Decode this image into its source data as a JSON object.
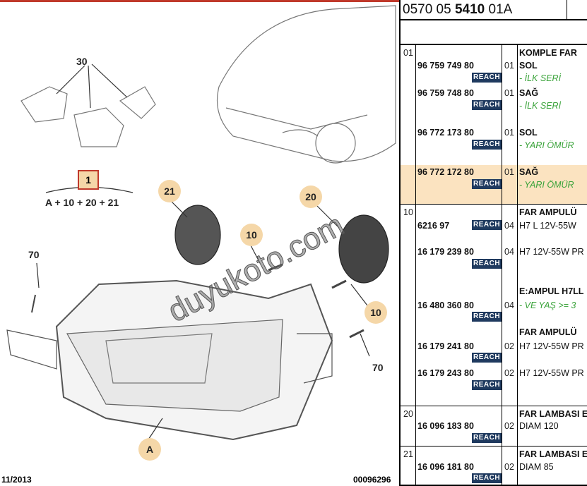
{
  "diagram": {
    "callouts": {
      "c30": "30",
      "c1": "1",
      "formula": "A + 10 + 20 + 21",
      "c21": "21",
      "c20": "20",
      "c10a": "10",
      "c10b": "10",
      "c70a": "70",
      "c70b": "70",
      "cA": "A"
    },
    "date": "11/2013",
    "drawing_no": "00096296",
    "watermark": "duyukoto.com"
  },
  "header": {
    "ref_prefix": "0570 05 ",
    "ref_bold": "5410",
    "ref_suffix": " 01A"
  },
  "reach_label": "REACH",
  "groups": [
    {
      "num": "01",
      "title": "KOMPLE FAR",
      "items": [
        {
          "part": "96 759 749 80",
          "qty": "01",
          "desc": "SOL",
          "note": "- İLK SERİ"
        },
        {
          "part": "96 759 748 80",
          "qty": "01",
          "desc": "SAĞ",
          "note": "- İLK SERİ"
        },
        {
          "part": "96 772 173 80",
          "qty": "01",
          "desc": "SOL",
          "note": "- YARI ÖMÜR"
        },
        {
          "part": "96 772 172 80",
          "qty": "01",
          "desc": "SAĞ",
          "note": "- YARI ÖMÜR"
        }
      ]
    },
    {
      "num": "10",
      "title": "FAR AMPULÜ",
      "items": [
        {
          "part": "6216 97",
          "qty": "04",
          "desc": "H7 L 12V-55W"
        },
        {
          "part": "16 179 239 80",
          "qty": "04",
          "desc": "H7 12V-55W PR"
        },
        {
          "title": "E:AMPUL H7LL",
          "part": "16 480 360 80",
          "qty": "04",
          "note": "- VE YAŞ >= 3"
        },
        {
          "title": "FAR AMPULÜ",
          "part": "16 179 241 80",
          "qty": "02",
          "desc": "H7 12V-55W PR"
        },
        {
          "part": "16 179 243 80",
          "qty": "02",
          "desc": "H7 12V-55W PR"
        }
      ]
    },
    {
      "num": "20",
      "title": "FAR LAMBASI E",
      "items": [
        {
          "part": "16 096 183 80",
          "qty": "02",
          "desc": "DIAM 120"
        }
      ]
    },
    {
      "num": "21",
      "title": "FAR LAMBASI E",
      "items": [
        {
          "part": "16 096 181 80",
          "qty": "02",
          "desc": "DIAM 85"
        }
      ]
    }
  ],
  "colors": {
    "highlight": "#fbe3c0",
    "reach_bg": "#1f3a5f",
    "note": "#3aa33a",
    "callout": "#f5d7a8"
  }
}
